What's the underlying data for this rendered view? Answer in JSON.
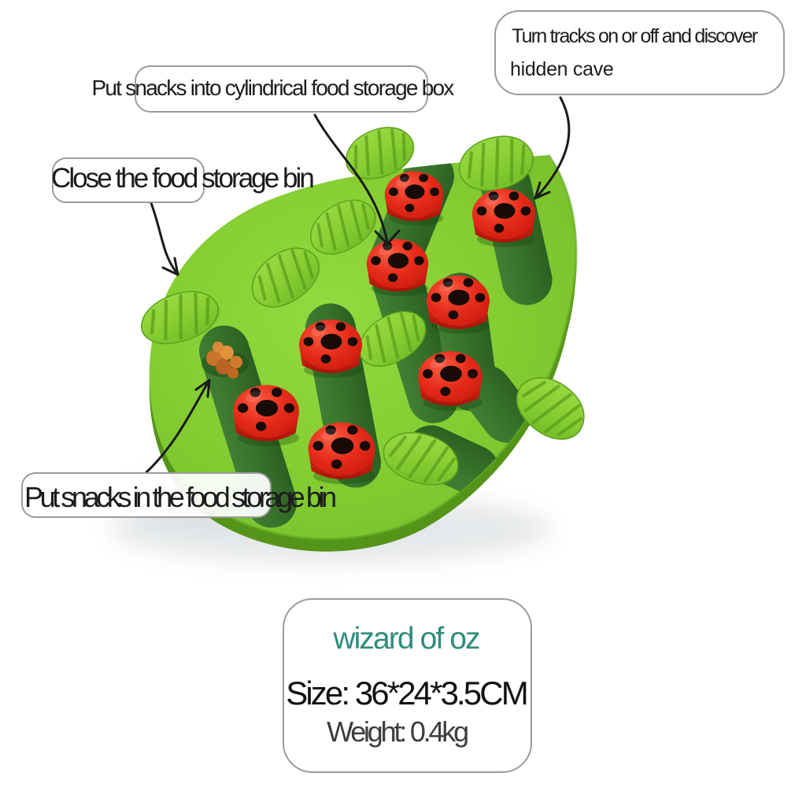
{
  "image_type": "annotated product photo",
  "product": {
    "name": "leaf-shaped dog puzzle feeder with ladybug sliders",
    "colors": {
      "leaf_body_green": "#80c92f",
      "leaf_rim_green": "#55961c",
      "channel_dark_green": "#2f6b28",
      "lid_green": "#93d53d",
      "ladybug_red": "#e02517",
      "ladybug_spot_black": "#170a07",
      "treat_orange": "#d07c2e",
      "shadow_gray": "#c3c9ce"
    },
    "features": {
      "ladybug_count": 8,
      "leaf_lid_count": 8,
      "channel_count": 8
    }
  },
  "callouts": [
    {
      "id": "top",
      "text": "Put snacks into cylindrical food storage box"
    },
    {
      "id": "right",
      "line1": "Turn tracks on or off and discover",
      "line2": "hidden cave"
    },
    {
      "id": "left",
      "text": "Close the food storage bin"
    },
    {
      "id": "bottom",
      "text": "Put snacks in the food storage bin"
    }
  ],
  "info_box": {
    "brand": "wizard of oz",
    "brand_color": "#2e8c7c",
    "size": "Size: 36*24*3.5CM",
    "weight": "Weight: 0.4kg"
  },
  "annotation_arrows": [
    {
      "id": "arrow-top",
      "from": "top callout",
      "points_to": "ladybug slider in center track"
    },
    {
      "id": "arrow-right",
      "from": "right callout",
      "points_to": "ladybug slider near hidden cave"
    },
    {
      "id": "arrow-left",
      "from": "left callout",
      "points_to": "leaf lid on left edge"
    },
    {
      "id": "arrow-bottom",
      "from": "bottom callout",
      "points_to": "snacks in open food storage bin"
    }
  ]
}
